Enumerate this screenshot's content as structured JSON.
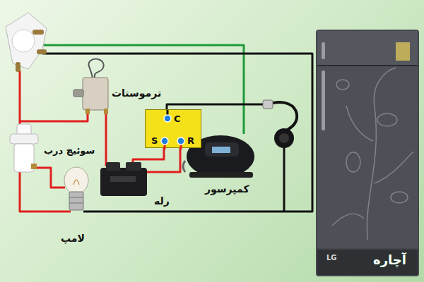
{
  "diagram": {
    "nodes": [
      {
        "text": [
          "C",
          "S",
          "R"
        ]
      }
    ],
    "labels": [
      "ترموستات",
      "سوئیچ درب",
      "لامپ",
      "رله",
      "کمپرسور",
      "LG",
      "آچاره"
    ]
  }
}
